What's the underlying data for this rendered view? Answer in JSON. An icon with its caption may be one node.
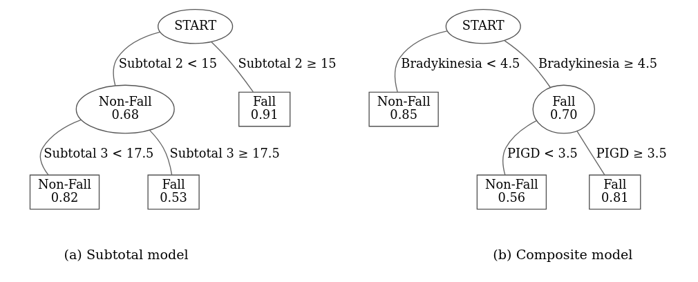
{
  "diagram": {
    "nodes": [
      {
        "text": [
          "START"
        ]
      },
      {
        "text": [
          "Non-Fall",
          "0.68"
        ]
      },
      {
        "text": [
          "Fall",
          "0.91"
        ]
      },
      {
        "text": [
          "Non-Fall",
          "0.82"
        ]
      },
      {
        "text": [
          "Fall",
          "0.53"
        ]
      },
      {
        "text": [
          "START"
        ]
      },
      {
        "text": [
          "Non-Fall",
          "0.85"
        ]
      },
      {
        "text": [
          "Fall",
          "0.70"
        ]
      },
      {
        "text": [
          "Non-Fall",
          "0.56"
        ]
      },
      {
        "text": [
          "Fall",
          "0.81"
        ]
      }
    ],
    "edges": [
      {
        "from": 0,
        "to": 1,
        "arrow": "none",
        "label": "Subtotal 2 < 15"
      },
      {
        "from": 0,
        "to": 2,
        "arrow": "none",
        "label": "Subtotal 2 ≥ 15"
      },
      {
        "from": 1,
        "to": 3,
        "arrow": "none",
        "label": "Subtotal 3 < 17.5"
      },
      {
        "from": 1,
        "to": 4,
        "arrow": "none",
        "label": "Subtotal 3 ≥ 17.5"
      },
      {
        "from": 5,
        "to": 6,
        "arrow": "none",
        "label": "Bradykinesia < 4.5"
      },
      {
        "from": 5,
        "to": 7,
        "arrow": "none",
        "label": "Bradykinesia ≥ 4.5"
      },
      {
        "from": 7,
        "to": 8,
        "arrow": "none",
        "label": "PIGD < 3.5"
      },
      {
        "from": 7,
        "to": 9,
        "arrow": "none",
        "label": "PIGD ≥ 3.5"
      }
    ],
    "labels": [
      "(a) Subtotal model",
      "(b) Composite model"
    ]
  }
}
